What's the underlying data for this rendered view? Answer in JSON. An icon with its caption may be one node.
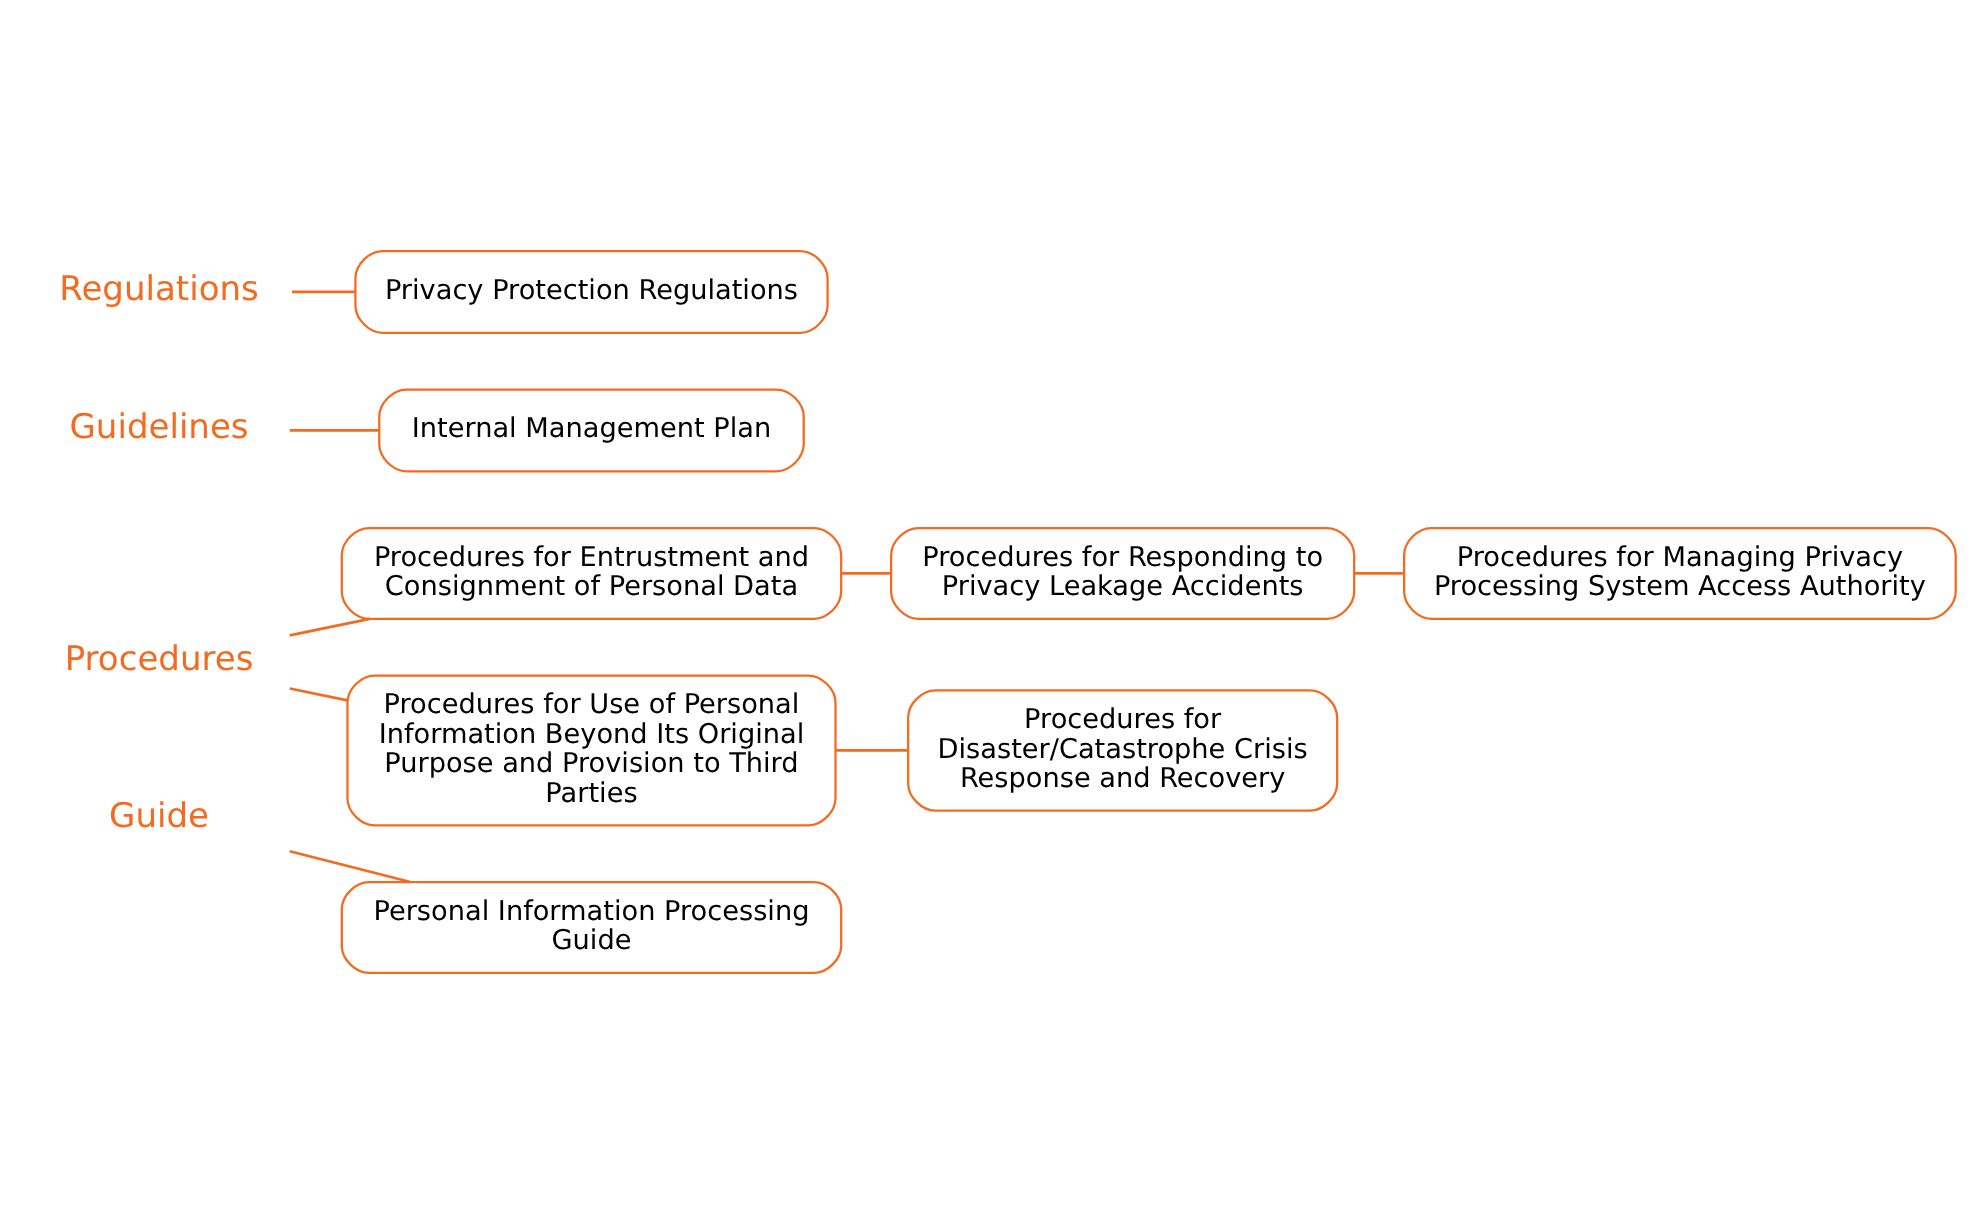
{
  "diagram": {
    "nodes": [
      {
        "text": [
          "Regulations"
        ]
      },
      {
        "text": [
          "Privacy Protection Regulations"
        ]
      },
      {
        "text": [
          "Guidelines"
        ]
      },
      {
        "text": [
          "Internal Management Plan"
        ]
      },
      {
        "text": [
          "Procedures"
        ]
      },
      {
        "text": [
          "Procedures for Entrustment and Consignment of Personal Data"
        ]
      },
      {
        "text": [
          "Procedures for Responding to Privacy Leakage Accidents"
        ]
      },
      {
        "text": [
          "Procedures for Managing Privacy Processing System Access Authority"
        ]
      },
      {
        "text": [
          "Procedures for Use of Personal Information Beyond Its Original Purpose and Provision to Third Parties"
        ]
      },
      {
        "text": [
          "Procedures for Disaster/Catastrophe Crisis Response and Recovery"
        ]
      },
      {
        "text": [
          "Guide"
        ]
      },
      {
        "text": [
          "Personal Information Processing Guide"
        ]
      }
    ],
    "edges": [
      {
        "from": 0,
        "to": 1,
        "arrow": "none"
      },
      {
        "from": 2,
        "to": 3,
        "arrow": "none"
      },
      {
        "from": 4,
        "to": 5,
        "arrow": "none"
      },
      {
        "from": 4,
        "to": 8,
        "arrow": "none"
      },
      {
        "from": 5,
        "to": 6,
        "arrow": "none"
      },
      {
        "from": 6,
        "to": 7,
        "arrow": "none"
      },
      {
        "from": 8,
        "to": 9,
        "arrow": "none"
      },
      {
        "from": 10,
        "to": 11,
        "arrow": "none"
      }
    ]
  }
}
